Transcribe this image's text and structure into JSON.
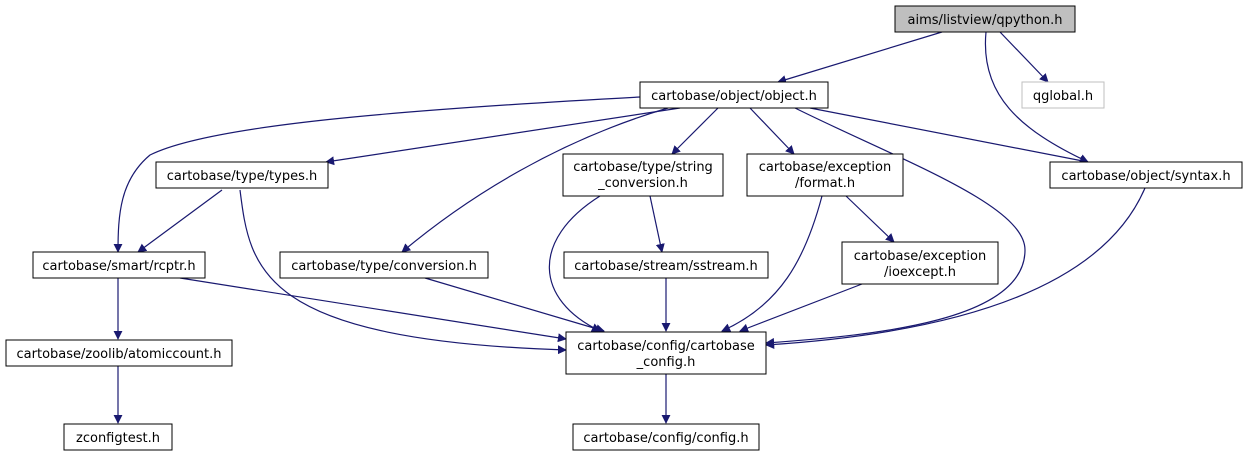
{
  "colors": {
    "edge": "#191970",
    "root_fill": "#bfbfbf",
    "node_border": "#000000",
    "missing_node_border": "#bfbfbf"
  },
  "nodes": {
    "qpython": {
      "lines": [
        "aims/listview/qpython.h"
      ]
    },
    "object": {
      "lines": [
        "cartobase/object/object.h"
      ]
    },
    "qglobal": {
      "lines": [
        "qglobal.h"
      ]
    },
    "types": {
      "lines": [
        "cartobase/type/types.h"
      ]
    },
    "string_conversion": {
      "lines": [
        "cartobase/type/string",
        "_conversion.h"
      ]
    },
    "exception_format": {
      "lines": [
        "cartobase/exception",
        "/format.h"
      ]
    },
    "syntax": {
      "lines": [
        "cartobase/object/syntax.h"
      ]
    },
    "rcptr": {
      "lines": [
        "cartobase/smart/rcptr.h"
      ]
    },
    "conversion": {
      "lines": [
        "cartobase/type/conversion.h"
      ]
    },
    "sstream": {
      "lines": [
        "cartobase/stream/sstream.h"
      ]
    },
    "ioexcept": {
      "lines": [
        "cartobase/exception",
        "/ioexcept.h"
      ]
    },
    "atomiccount": {
      "lines": [
        "cartobase/zoolib/atomiccount.h"
      ]
    },
    "cartobase_config": {
      "lines": [
        "cartobase/config/cartobase",
        "_config.h"
      ]
    },
    "zconfigtest": {
      "lines": [
        "zconfigtest.h"
      ]
    },
    "config": {
      "lines": [
        "cartobase/config/config.h"
      ]
    }
  },
  "edges": [
    [
      "qpython",
      "object"
    ],
    [
      "qpython",
      "qglobal"
    ],
    [
      "qpython",
      "syntax"
    ],
    [
      "object",
      "rcptr"
    ],
    [
      "object",
      "types"
    ],
    [
      "object",
      "conversion"
    ],
    [
      "object",
      "string_conversion"
    ],
    [
      "object",
      "exception_format"
    ],
    [
      "object",
      "syntax"
    ],
    [
      "object",
      "cartobase_config"
    ],
    [
      "types",
      "rcptr"
    ],
    [
      "types",
      "cartobase_config"
    ],
    [
      "string_conversion",
      "sstream"
    ],
    [
      "string_conversion",
      "cartobase_config"
    ],
    [
      "exception_format",
      "ioexcept"
    ],
    [
      "exception_format",
      "cartobase_config"
    ],
    [
      "syntax",
      "cartobase_config"
    ],
    [
      "rcptr",
      "atomiccount"
    ],
    [
      "rcptr",
      "cartobase_config"
    ],
    [
      "conversion",
      "cartobase_config"
    ],
    [
      "sstream",
      "cartobase_config"
    ],
    [
      "ioexcept",
      "cartobase_config"
    ],
    [
      "atomiccount",
      "zconfigtest"
    ],
    [
      "cartobase_config",
      "config"
    ]
  ]
}
